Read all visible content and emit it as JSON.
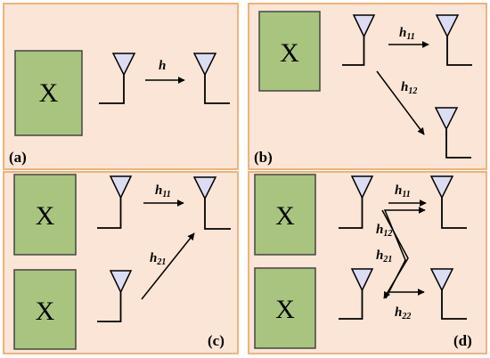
{
  "colors": {
    "panel_fill": "#fbe5d6",
    "panel_border": "#f0b27a",
    "box_fill": "#a9c47f",
    "box_border": "#444444",
    "antenna_fill": "#dcdcf2",
    "stroke": "#000000"
  },
  "panels": [
    {
      "id": "a",
      "label": "(a)",
      "box_text": [
        "X"
      ],
      "channels": [
        "h"
      ]
    },
    {
      "id": "b",
      "label": "(b)",
      "box_text": [
        "X"
      ],
      "channels": [
        "h",
        "11",
        "h",
        "12"
      ]
    },
    {
      "id": "c",
      "label": "(c)",
      "box_text": [
        "X",
        "X"
      ],
      "channels": [
        "h",
        "11",
        "h",
        "21"
      ]
    },
    {
      "id": "d",
      "label": "(d)",
      "box_text": [
        "X",
        "X"
      ],
      "channels": [
        "h",
        "11",
        "h",
        "12",
        "h",
        "21",
        "h",
        "22"
      ]
    }
  ]
}
